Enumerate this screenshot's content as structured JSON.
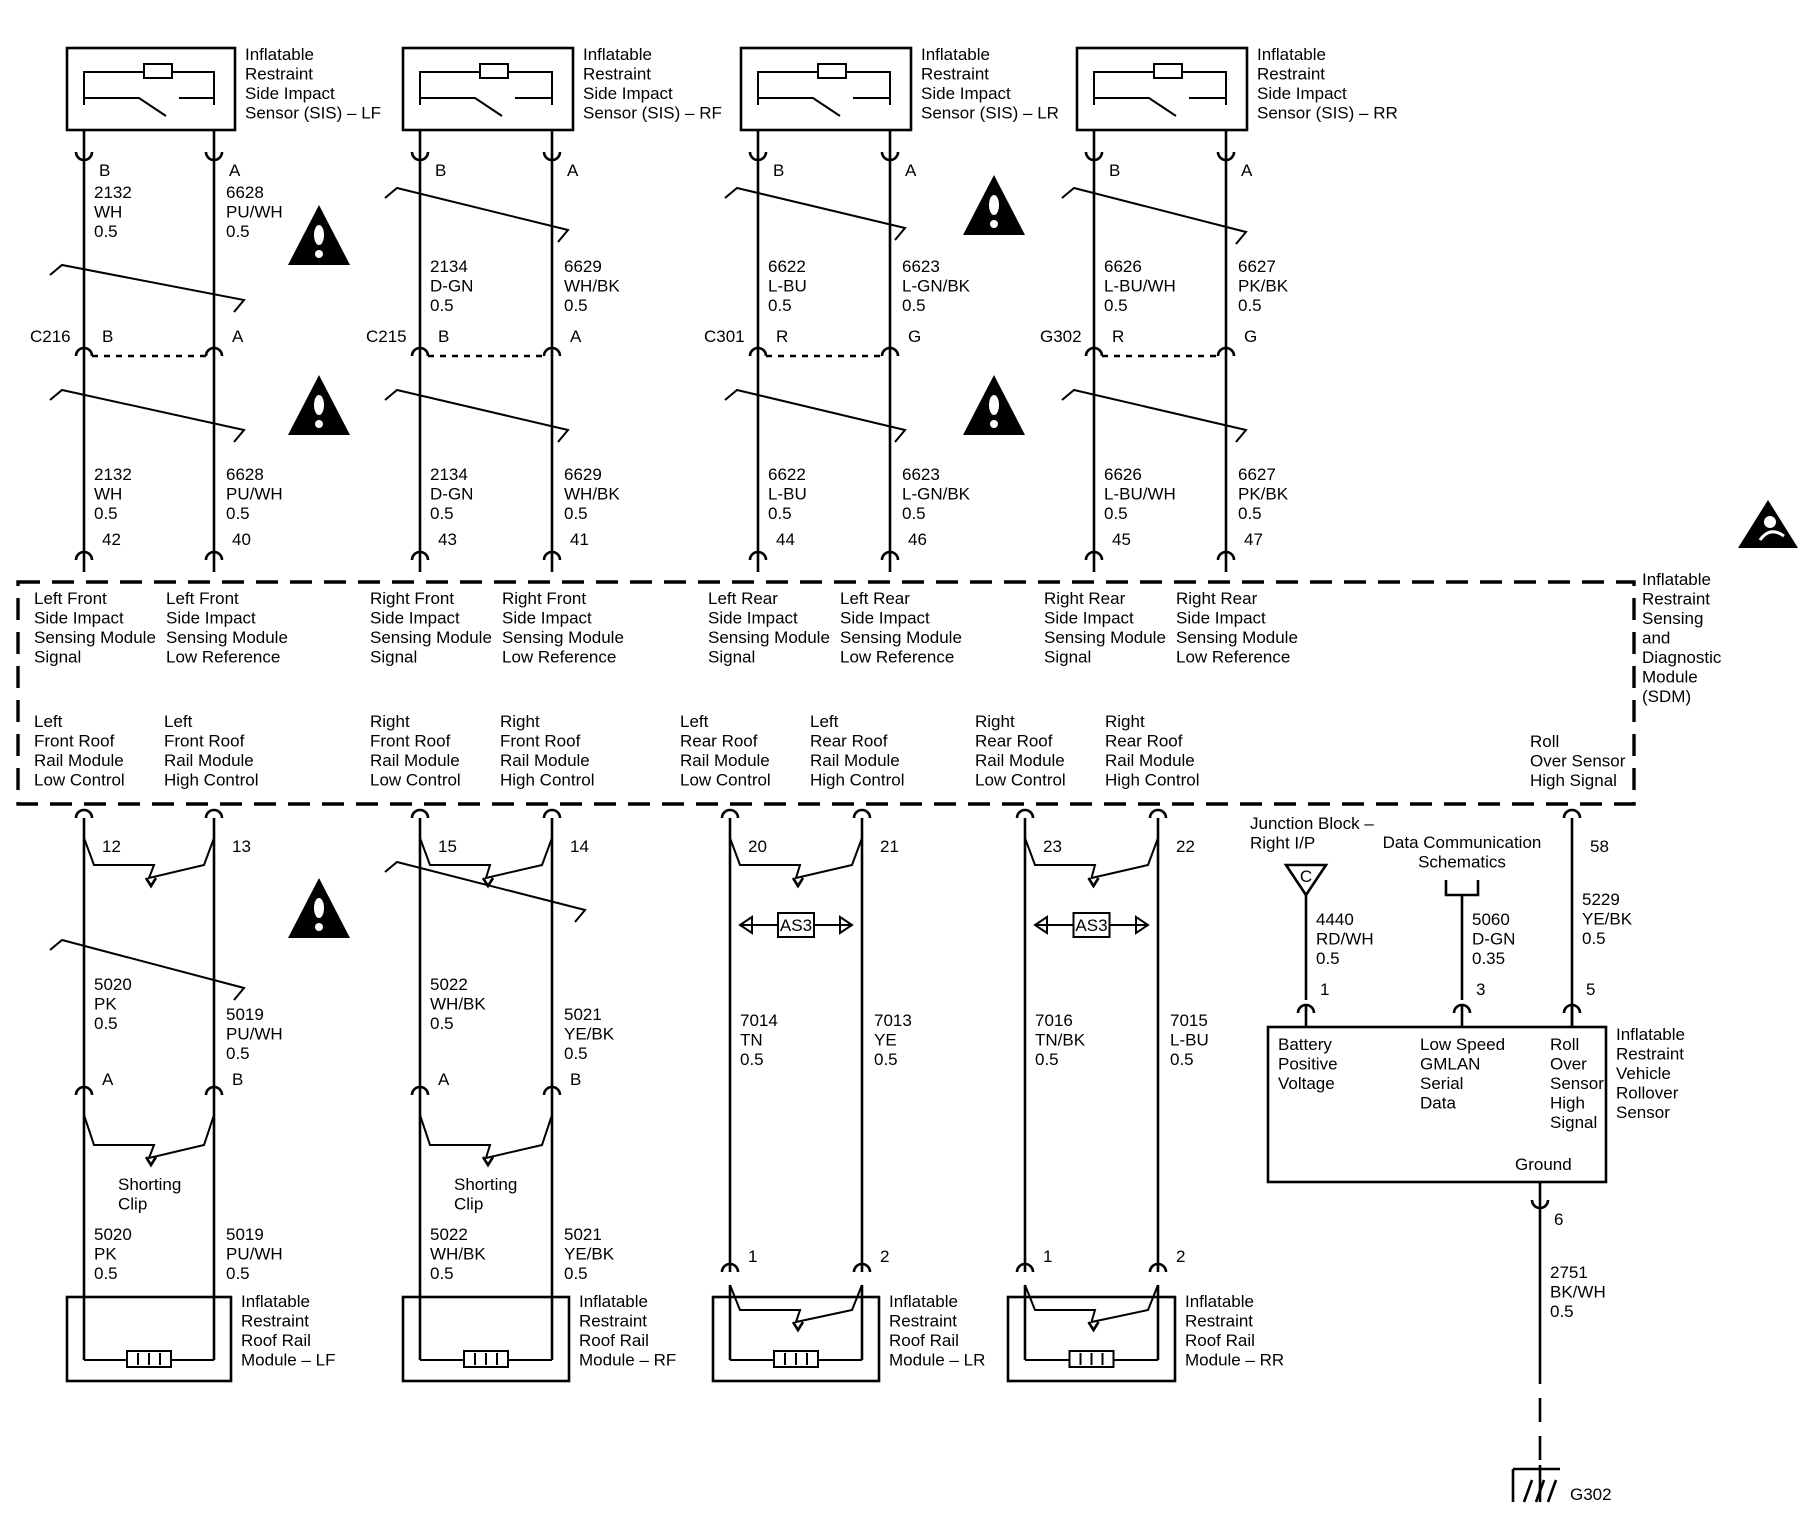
{
  "colors": {
    "ink": "#000000",
    "background": "#ffffff"
  },
  "sis_sensors": [
    {
      "name": "Inflatable\nRestraint\nSide Impact\nSensor (SIS) – LF",
      "left": {
        "pin": "B",
        "circuit": "2132",
        "color": "WH",
        "gauge": "0.5"
      },
      "right": {
        "pin": "A",
        "circuit": "6628",
        "color": "PU/WH",
        "gauge": "0.5"
      },
      "connector": "C216",
      "conn_left_pin": "B",
      "conn_right_pin": "A",
      "sdm_left_pin": "42",
      "sdm_right_pin": "40",
      "sdm_left_label": "Left Front\nSide Impact\nSensing Module\nSignal",
      "sdm_right_label": "Left Front\nSide Impact\nSensing Module\nLow Reference"
    },
    {
      "name": "Inflatable\nRestraint\nSide Impact\nSensor (SIS) – RF",
      "left": {
        "pin": "B",
        "circuit": "2134",
        "color": "D-GN",
        "gauge": "0.5"
      },
      "right": {
        "pin": "A",
        "circuit": "6629",
        "color": "WH/BK",
        "gauge": "0.5"
      },
      "connector": "C215",
      "conn_left_pin": "B",
      "conn_right_pin": "A",
      "sdm_left_pin": "43",
      "sdm_right_pin": "41",
      "sdm_left_label": "Right Front\nSide Impact\nSensing Module\nSignal",
      "sdm_right_label": "Right Front\nSide Impact\nSensing Module\nLow Reference"
    },
    {
      "name": "Inflatable\nRestraint\nSide Impact\nSensor (SIS) – LR",
      "left": {
        "pin": "B",
        "circuit": "6622",
        "color": "L-BU",
        "gauge": "0.5"
      },
      "right": {
        "pin": "A",
        "circuit": "6623",
        "color": "L-GN/BK",
        "gauge": "0.5"
      },
      "connector": "C301",
      "conn_left_pin": "R",
      "conn_right_pin": "G",
      "sdm_left_pin": "44",
      "sdm_right_pin": "46",
      "sdm_left_label": "Left Rear\nSide Impact\nSensing Module\nSignal",
      "sdm_right_label": "Left Rear\nSide Impact\nSensing Module\nLow Reference"
    },
    {
      "name": "Inflatable\nRestraint\nSide Impact\nSensor (SIS) – RR",
      "left": {
        "pin": "B",
        "circuit": "6626",
        "color": "L-BU/WH",
        "gauge": "0.5"
      },
      "right": {
        "pin": "A",
        "circuit": "6627",
        "color": "PK/BK",
        "gauge": "0.5"
      },
      "connector": "G302",
      "conn_left_pin": "R",
      "conn_right_pin": "G",
      "sdm_left_pin": "45",
      "sdm_right_pin": "47",
      "sdm_left_label": "Right Rear\nSide Impact\nSensing Module\nSignal",
      "sdm_right_label": "Right Rear\nSide Impact\nSensing Module\nLow Reference"
    }
  ],
  "sdm": {
    "name": "Inflatable\nRestraint\nSensing\nand\nDiagnostic\nModule\n(SDM)"
  },
  "roof_rails": [
    {
      "low_label": "Left\nFront Roof\nRail Module\nLow Control",
      "high_label": "Left\nFront Roof\nRail Module\nHigh Control",
      "low_pin": "12",
      "high_pin": "13",
      "low": {
        "circuit": "5020",
        "color": "PK",
        "gauge": "0.5"
      },
      "high": {
        "circuit": "5019",
        "color": "PU/WH",
        "gauge": "0.5"
      },
      "conn_low_pin": "A",
      "conn_high_pin": "B",
      "clip": "Shorting\nClip",
      "module_pin_low": "",
      "module_pin_high": "",
      "name": "Inflatable\nRestraint\nRoof Rail\nModule – LF"
    },
    {
      "low_label": "Right\nFront Roof\nRail Module\nLow Control",
      "high_label": "Right\nFront Roof\nRail Module\nHigh Control",
      "low_pin": "15",
      "high_pin": "14",
      "low": {
        "circuit": "5022",
        "color": "WH/BK",
        "gauge": "0.5"
      },
      "high": {
        "circuit": "5021",
        "color": "YE/BK",
        "gauge": "0.5"
      },
      "conn_low_pin": "A",
      "conn_high_pin": "B",
      "clip": "Shorting\nClip",
      "module_pin_low": "",
      "module_pin_high": "",
      "name": "Inflatable\nRestraint\nRoof Rail\nModule – RF"
    },
    {
      "low_label": "Left\nRear Roof\nRail Module\nLow Control",
      "high_label": "Left\nRear Roof\nRail Module\nHigh Control",
      "low_pin": "20",
      "high_pin": "21",
      "low": {
        "circuit": "7014",
        "color": "TN",
        "gauge": "0.5"
      },
      "high": {
        "circuit": "7013",
        "color": "YE",
        "gauge": "0.5"
      },
      "as_label": "AS3",
      "module_pin_low": "1",
      "module_pin_high": "2",
      "name": "Inflatable\nRestraint\nRoof Rail\nModule – LR"
    },
    {
      "low_label": "Right\nRear Roof\nRail Module\nLow Control",
      "high_label": "Right\nRear Roof\nRail Module\nHigh Control",
      "low_pin": "23",
      "high_pin": "22",
      "low": {
        "circuit": "7016",
        "color": "TN/BK",
        "gauge": "0.5"
      },
      "high": {
        "circuit": "7015",
        "color": "L-BU",
        "gauge": "0.5"
      },
      "as_label": "AS3",
      "module_pin_low": "1",
      "module_pin_high": "2",
      "name": "Inflatable\nRestraint\nRoof Rail\nModule – RR"
    }
  ],
  "rollover": {
    "sdm_label": "Roll\nOver Sensor\nHigh Signal",
    "sdm_pin": "58",
    "wire": {
      "circuit": "5229",
      "color": "YE/BK",
      "gauge": "0.5"
    },
    "junction_label": "Junction Block –\nRight I/P",
    "junction_letter": "C",
    "batt_wire": {
      "circuit": "4440",
      "color": "RD/WH",
      "gauge": "0.5"
    },
    "data_label": "Data Communication\nSchematics",
    "data_wire": {
      "circuit": "5060",
      "color": "D-GN",
      "gauge": "0.35"
    },
    "pins": [
      "1",
      "3",
      "5"
    ],
    "inputs": [
      "Battery\nPositive\nVoltage",
      "Low Speed\nGMLAN\nSerial\nData",
      "Roll\nOver\nSensor\nHigh\nSignal"
    ],
    "ground_label": "Ground",
    "ground_pin": "6",
    "ground_wire": {
      "circuit": "2751",
      "color": "BK/WH",
      "gauge": "0.5"
    },
    "ground_point": "G302",
    "name": "Inflatable\nRestraint\nVehicle\nRollover\nSensor"
  }
}
